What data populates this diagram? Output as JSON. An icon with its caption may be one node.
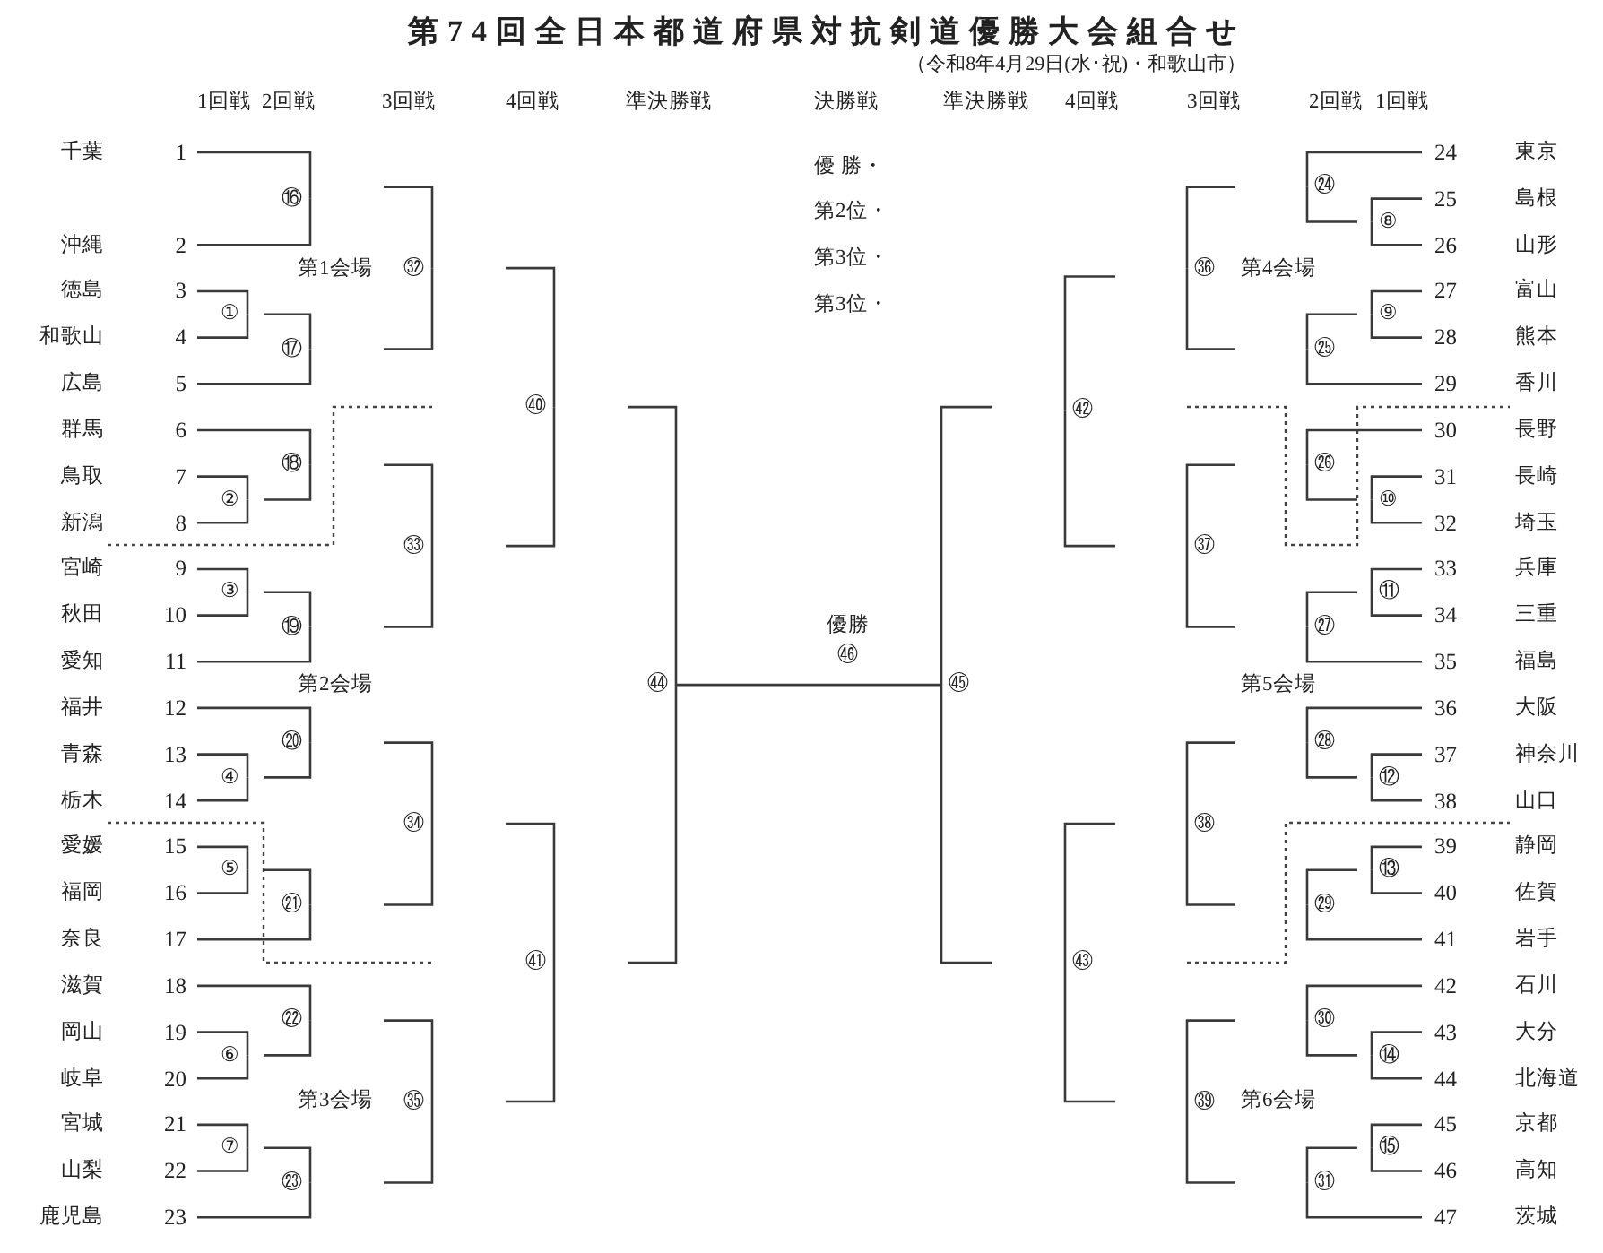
{
  "diagram": {
    "title": "第74回全日本都道府県対抗剣道優勝大会組合せ",
    "nodes": [
      {
        "text": [
          "1"
        ],
        "beside": [
          "千葉"
        ]
      },
      {
        "text": [
          "2"
        ],
        "beside": [
          "沖縄"
        ]
      },
      {
        "text": [
          "3"
        ],
        "beside": [
          "徳島"
        ]
      },
      {
        "text": [
          "4"
        ],
        "beside": [
          "和歌山"
        ]
      },
      {
        "text": [
          "5"
        ],
        "beside": [
          "広島"
        ]
      },
      {
        "text": [
          "6"
        ],
        "beside": [
          "群馬"
        ]
      },
      {
        "text": [
          "7"
        ],
        "beside": [
          "鳥取"
        ]
      },
      {
        "text": [
          "8"
        ],
        "beside": [
          "新潟"
        ]
      },
      {
        "text": [
          "9"
        ],
        "beside": [
          "宮崎"
        ]
      },
      {
        "text": [
          "10"
        ],
        "beside": [
          "秋田"
        ]
      },
      {
        "text": [
          "11"
        ],
        "beside": [
          "愛知"
        ]
      },
      {
        "text": [
          "12"
        ],
        "beside": [
          "福井"
        ]
      },
      {
        "text": [
          "13"
        ],
        "beside": [
          "青森"
        ]
      },
      {
        "text": [
          "14"
        ],
        "beside": [
          "栃木"
        ]
      },
      {
        "text": [
          "15"
        ],
        "beside": [
          "愛媛"
        ]
      },
      {
        "text": [
          "16"
        ],
        "beside": [
          "福岡"
        ]
      },
      {
        "text": [
          "17"
        ],
        "beside": [
          "奈良"
        ]
      },
      {
        "text": [
          "18"
        ],
        "beside": [
          "滋賀"
        ]
      },
      {
        "text": [
          "19"
        ],
        "beside": [
          "岡山"
        ]
      },
      {
        "text": [
          "20"
        ],
        "beside": [
          "岐阜"
        ]
      },
      {
        "text": [
          "21"
        ],
        "beside": [
          "宮城"
        ]
      },
      {
        "text": [
          "22"
        ],
        "beside": [
          "山梨"
        ]
      },
      {
        "text": [
          "23"
        ],
        "beside": [
          "鹿児島"
        ]
      },
      {
        "text": [
          "24"
        ],
        "beside": [
          "東京"
        ]
      },
      {
        "text": [
          "25"
        ],
        "beside": [
          "島根"
        ]
      },
      {
        "text": [
          "26"
        ],
        "beside": [
          "山形"
        ]
      },
      {
        "text": [
          "27"
        ],
        "beside": [
          "富山"
        ]
      },
      {
        "text": [
          "28"
        ],
        "beside": [
          "熊本"
        ]
      },
      {
        "text": [
          "29"
        ],
        "beside": [
          "香川"
        ]
      },
      {
        "text": [
          "30"
        ],
        "beside": [
          "長野"
        ]
      },
      {
        "text": [
          "31"
        ],
        "beside": [
          "長崎"
        ]
      },
      {
        "text": [
          "32"
        ],
        "beside": [
          "埼玉"
        ]
      },
      {
        "text": [
          "33"
        ],
        "beside": [
          "兵庫"
        ]
      },
      {
        "text": [
          "34"
        ],
        "beside": [
          "三重"
        ]
      },
      {
        "text": [
          "35"
        ],
        "beside": [
          "福島"
        ]
      },
      {
        "text": [
          "36"
        ],
        "beside": [
          "大阪"
        ]
      },
      {
        "text": [
          "37"
        ],
        "beside": [
          "神奈川"
        ]
      },
      {
        "text": [
          "38"
        ],
        "beside": [
          "山口"
        ]
      },
      {
        "text": [
          "39"
        ],
        "beside": [
          "静岡"
        ]
      },
      {
        "text": [
          "40"
        ],
        "beside": [
          "佐賀"
        ]
      },
      {
        "text": [
          "41"
        ],
        "beside": [
          "岩手"
        ]
      },
      {
        "text": [
          "42"
        ],
        "beside": [
          "石川"
        ]
      },
      {
        "text": [
          "43"
        ],
        "beside": [
          "大分"
        ]
      },
      {
        "text": [
          "44"
        ],
        "beside": [
          "北海道"
        ]
      },
      {
        "text": [
          "45"
        ],
        "beside": [
          "京都"
        ]
      },
      {
        "text": [
          "46"
        ],
        "beside": [
          "高知"
        ]
      },
      {
        "text": [
          "47"
        ],
        "beside": [
          "茨城"
        ]
      },
      {
        "text": [
          "①"
        ]
      },
      {
        "text": [
          "②"
        ]
      },
      {
        "text": [
          "③"
        ]
      },
      {
        "text": [
          "④"
        ]
      },
      {
        "text": [
          "⑤"
        ]
      },
      {
        "text": [
          "⑥"
        ]
      },
      {
        "text": [
          "⑦"
        ]
      },
      {
        "text": [
          "⑧"
        ]
      },
      {
        "text": [
          "⑨"
        ]
      },
      {
        "text": [
          "⑩"
        ]
      },
      {
        "text": [
          "⑪"
        ]
      },
      {
        "text": [
          "⑫"
        ]
      },
      {
        "text": [
          "⑬"
        ]
      },
      {
        "text": [
          "⑭"
        ]
      },
      {
        "text": [
          "⑮"
        ]
      },
      {
        "text": [
          "⑯"
        ]
      },
      {
        "text": [
          "⑰"
        ]
      },
      {
        "text": [
          "⑱"
        ]
      },
      {
        "text": [
          "⑲"
        ]
      },
      {
        "text": [
          "⑳"
        ]
      },
      {
        "text": [
          "㉑"
        ]
      },
      {
        "text": [
          "㉒"
        ]
      },
      {
        "text": [
          "㉓"
        ]
      },
      {
        "text": [
          "㉔"
        ]
      },
      {
        "text": [
          "㉕"
        ]
      },
      {
        "text": [
          "㉖"
        ]
      },
      {
        "text": [
          "㉗"
        ]
      },
      {
        "text": [
          "㉘"
        ]
      },
      {
        "text": [
          "㉙"
        ]
      },
      {
        "text": [
          "㉚"
        ]
      },
      {
        "text": [
          "㉛"
        ]
      },
      {
        "text": [
          "㉜"
        ]
      },
      {
        "text": [
          "㉝"
        ]
      },
      {
        "text": [
          "㉞"
        ]
      },
      {
        "text": [
          "㉟"
        ]
      },
      {
        "text": [
          "㊱"
        ]
      },
      {
        "text": [
          "㊲"
        ]
      },
      {
        "text": [
          "㊳"
        ]
      },
      {
        "text": [
          "㊴"
        ]
      },
      {
        "text": [
          "㊵"
        ]
      },
      {
        "text": [
          "㊶"
        ]
      },
      {
        "text": [
          "㊷"
        ]
      },
      {
        "text": [
          "㊸"
        ]
      },
      {
        "text": [
          "㊹"
        ]
      },
      {
        "text": [
          "㊺"
        ]
      },
      {
        "text": [
          "㊻"
        ],
        "beside": [
          "優勝"
        ]
      }
    ],
    "edges": [
      {
        "from": 2,
        "to": 47,
        "arrow": "none"
      },
      {
        "from": 3,
        "to": 47,
        "arrow": "none"
      },
      {
        "from": 6,
        "to": 48,
        "arrow": "none"
      },
      {
        "from": 7,
        "to": 48,
        "arrow": "none"
      },
      {
        "from": 8,
        "to": 49,
        "arrow": "none"
      },
      {
        "from": 9,
        "to": 49,
        "arrow": "none"
      },
      {
        "from": 12,
        "to": 50,
        "arrow": "none"
      },
      {
        "from": 13,
        "to": 50,
        "arrow": "none"
      },
      {
        "from": 14,
        "to": 51,
        "arrow": "none"
      },
      {
        "from": 15,
        "to": 51,
        "arrow": "none"
      },
      {
        "from": 18,
        "to": 52,
        "arrow": "none"
      },
      {
        "from": 19,
        "to": 52,
        "arrow": "none"
      },
      {
        "from": 20,
        "to": 53,
        "arrow": "none"
      },
      {
        "from": 21,
        "to": 53,
        "arrow": "none"
      },
      {
        "from": 24,
        "to": 54,
        "arrow": "none"
      },
      {
        "from": 25,
        "to": 54,
        "arrow": "none"
      },
      {
        "from": 26,
        "to": 55,
        "arrow": "none"
      },
      {
        "from": 27,
        "to": 55,
        "arrow": "none"
      },
      {
        "from": 30,
        "to": 56,
        "arrow": "none"
      },
      {
        "from": 31,
        "to": 56,
        "arrow": "none"
      },
      {
        "from": 32,
        "to": 57,
        "arrow": "none"
      },
      {
        "from": 33,
        "to": 57,
        "arrow": "none"
      },
      {
        "from": 36,
        "to": 58,
        "arrow": "none"
      },
      {
        "from": 37,
        "to": 58,
        "arrow": "none"
      },
      {
        "from": 38,
        "to": 59,
        "arrow": "none"
      },
      {
        "from": 39,
        "to": 59,
        "arrow": "none"
      },
      {
        "from": 42,
        "to": 60,
        "arrow": "none"
      },
      {
        "from": 43,
        "to": 60,
        "arrow": "none"
      },
      {
        "from": 44,
        "to": 61,
        "arrow": "none"
      },
      {
        "from": 45,
        "to": 61,
        "arrow": "none"
      },
      {
        "from": 0,
        "to": 62,
        "arrow": "none"
      },
      {
        "from": 1,
        "to": 62,
        "arrow": "none"
      },
      {
        "from": 47,
        "to": 63,
        "arrow": "none"
      },
      {
        "from": 4,
        "to": 63,
        "arrow": "none"
      },
      {
        "from": 5,
        "to": 64,
        "arrow": "none"
      },
      {
        "from": 48,
        "to": 64,
        "arrow": "none"
      },
      {
        "from": 49,
        "to": 65,
        "arrow": "none"
      },
      {
        "from": 10,
        "to": 65,
        "arrow": "none"
      },
      {
        "from": 11,
        "to": 66,
        "arrow": "none"
      },
      {
        "from": 50,
        "to": 66,
        "arrow": "none"
      },
      {
        "from": 51,
        "to": 67,
        "arrow": "none"
      },
      {
        "from": 16,
        "to": 67,
        "arrow": "none"
      },
      {
        "from": 17,
        "to": 68,
        "arrow": "none"
      },
      {
        "from": 52,
        "to": 68,
        "arrow": "none"
      },
      {
        "from": 53,
        "to": 69,
        "arrow": "none"
      },
      {
        "from": 22,
        "to": 69,
        "arrow": "none"
      },
      {
        "from": 23,
        "to": 70,
        "arrow": "none"
      },
      {
        "from": 54,
        "to": 70,
        "arrow": "none"
      },
      {
        "from": 55,
        "to": 71,
        "arrow": "none"
      },
      {
        "from": 28,
        "to": 71,
        "arrow": "none"
      },
      {
        "from": 29,
        "to": 72,
        "arrow": "none"
      },
      {
        "from": 56,
        "to": 72,
        "arrow": "none"
      },
      {
        "from": 57,
        "to": 73,
        "arrow": "none"
      },
      {
        "from": 34,
        "to": 73,
        "arrow": "none"
      },
      {
        "from": 35,
        "to": 74,
        "arrow": "none"
      },
      {
        "from": 58,
        "to": 74,
        "arrow": "none"
      },
      {
        "from": 59,
        "to": 75,
        "arrow": "none"
      },
      {
        "from": 40,
        "to": 75,
        "arrow": "none"
      },
      {
        "from": 41,
        "to": 76,
        "arrow": "none"
      },
      {
        "from": 60,
        "to": 76,
        "arrow": "none"
      },
      {
        "from": 61,
        "to": 77,
        "arrow": "none"
      },
      {
        "from": 46,
        "to": 77,
        "arrow": "none"
      },
      {
        "from": null,
        "to": 78,
        "arrow": "none"
      },
      {
        "from": null,
        "to": 78,
        "arrow": "none"
      },
      {
        "from": null,
        "to": 79,
        "arrow": "none"
      },
      {
        "from": null,
        "to": 79,
        "arrow": "none"
      },
      {
        "from": null,
        "to": 80,
        "arrow": "none"
      },
      {
        "from": null,
        "to": 80,
        "arrow": "none"
      },
      {
        "from": null,
        "to": 81,
        "arrow": "none"
      },
      {
        "from": null,
        "to": 81,
        "arrow": "none"
      },
      {
        "from": null,
        "to": 82,
        "arrow": "none"
      },
      {
        "from": null,
        "to": 82,
        "arrow": "none"
      },
      {
        "from": null,
        "to": 83,
        "arrow": "none"
      },
      {
        "from": null,
        "to": 83,
        "arrow": "none"
      },
      {
        "from": null,
        "to": 84,
        "arrow": "none"
      },
      {
        "from": null,
        "to": 84,
        "arrow": "none"
      },
      {
        "from": null,
        "to": 85,
        "arrow": "none"
      },
      {
        "from": null,
        "to": 85,
        "arrow": "none"
      },
      {
        "from": null,
        "to": 86,
        "arrow": "none"
      },
      {
        "from": null,
        "to": 86,
        "arrow": "none"
      },
      {
        "from": null,
        "to": 87,
        "arrow": "none"
      },
      {
        "from": null,
        "to": 87,
        "arrow": "none"
      },
      {
        "from": null,
        "to": 88,
        "arrow": "none"
      },
      {
        "from": null,
        "to": 88,
        "arrow": "none"
      },
      {
        "from": null,
        "to": 89,
        "arrow": "none"
      },
      {
        "from": null,
        "to": 89,
        "arrow": "none"
      },
      {
        "from": null,
        "to": 90,
        "arrow": "none"
      },
      {
        "from": null,
        "to": 90,
        "arrow": "none"
      },
      {
        "from": null,
        "to": 91,
        "arrow": "none"
      },
      {
        "from": null,
        "to": 91,
        "arrow": "none"
      },
      {
        "from": 90,
        "to": 92,
        "arrow": "none"
      },
      {
        "from": 91,
        "to": 92,
        "arrow": "none"
      }
    ],
    "labels": [
      "（令和8年4月29日(水･祝)・和歌山市）",
      "1回戦",
      "2回戦",
      "3回戦",
      "4回戦",
      "準決勝戦",
      "決勝戦",
      "準決勝戦",
      "4回戦",
      "3回戦",
      "2回戦",
      "1回戦",
      "優 勝・",
      "第2位・",
      "第3位・",
      "第3位・",
      "第1会場",
      "第4会場",
      "第2会場",
      "第5会場",
      "第3会場",
      "第6会場"
    ]
  }
}
